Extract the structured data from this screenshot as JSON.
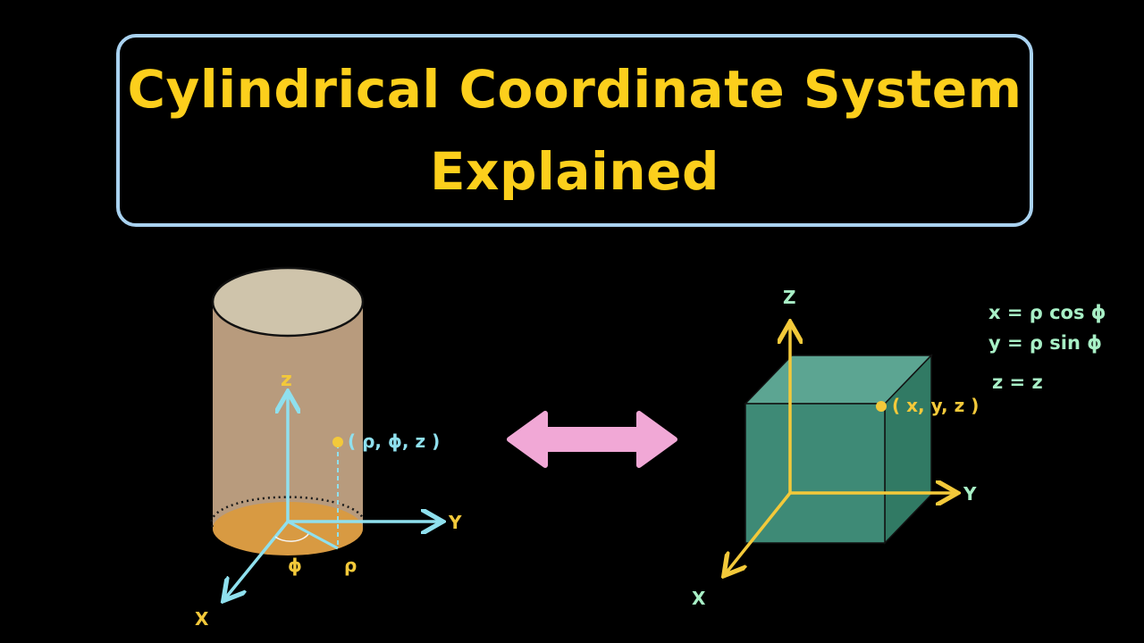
{
  "title": {
    "line1": "Cylindrical Coordinate System",
    "line2": "Explained"
  },
  "cylinder": {
    "axis_z": "z",
    "axis_y": "Y",
    "axis_x": "X",
    "point_label": "( ρ, ϕ, z )",
    "angle_label": "ϕ",
    "radius_label": "ρ"
  },
  "cartesian": {
    "axis_z": "Z",
    "axis_y": "Y",
    "axis_x": "X",
    "point_label": "( x, y, z )"
  },
  "equations": [
    "x = ρ cos ϕ",
    "y = ρ sin ϕ",
    "z = z"
  ],
  "colors": {
    "background": "#000000",
    "title_text": "#fccf1c",
    "title_border": "#a9d2f0",
    "cyl_axes": "#8fe0ee",
    "yellow": "#f3c93a",
    "cyl_body": "#b89b7d",
    "cyl_top": "#cfc4ab",
    "cyl_base": "#d89a42",
    "cube_front": "#3e8a76",
    "cube_top": "#5ca592",
    "cube_side": "#317a64",
    "equation_text": "#a8f0c6",
    "arrow_pink": "#f1a8d6"
  }
}
